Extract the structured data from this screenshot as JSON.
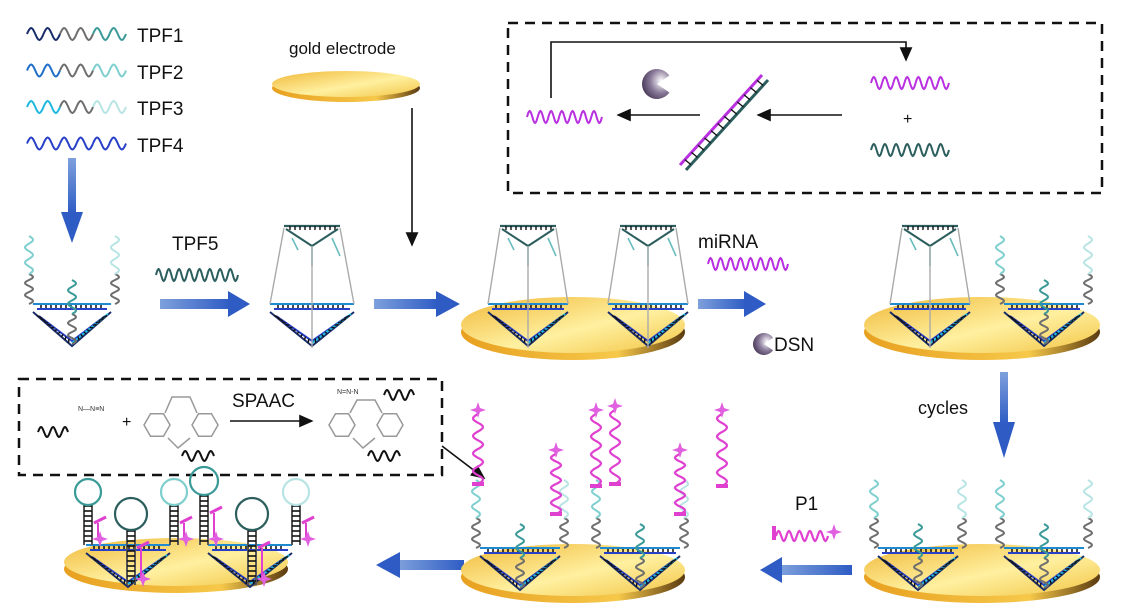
{
  "legend": {
    "items": [
      {
        "label": "TPF1",
        "colors": [
          "#1a2d6b",
          "#6e6e6e",
          "#3a9a98"
        ]
      },
      {
        "label": "TPF2",
        "colors": [
          "#1f6fc8",
          "#6e6e6e",
          "#7fcfcf"
        ]
      },
      {
        "label": "TPF3",
        "colors": [
          "#1fb8e0",
          "#6e6e6e",
          "#b8e4e4"
        ]
      },
      {
        "label": "TPF4",
        "colors": [
          "#2840c8",
          "#2840c8",
          "#2840c8"
        ]
      }
    ]
  },
  "labels": {
    "gold_electrode": "gold electrode",
    "tpf5": "TPF5",
    "mirna": "miRNA",
    "dsn": "DSN",
    "cycles": "cycles",
    "p1": "P1",
    "spaac": "SPAAC",
    "plus": "+",
    "azide": "N—N≡N",
    "triazole": "N=N-N"
  },
  "colors": {
    "arrow_blue": "#3a68c8",
    "mirna_purple": "#b830e0",
    "strand_teal": "#2c5e5e",
    "gold": "#f2c443",
    "probe_magenta": "#e040d0",
    "dsn_purple": "#4a3a5a"
  }
}
